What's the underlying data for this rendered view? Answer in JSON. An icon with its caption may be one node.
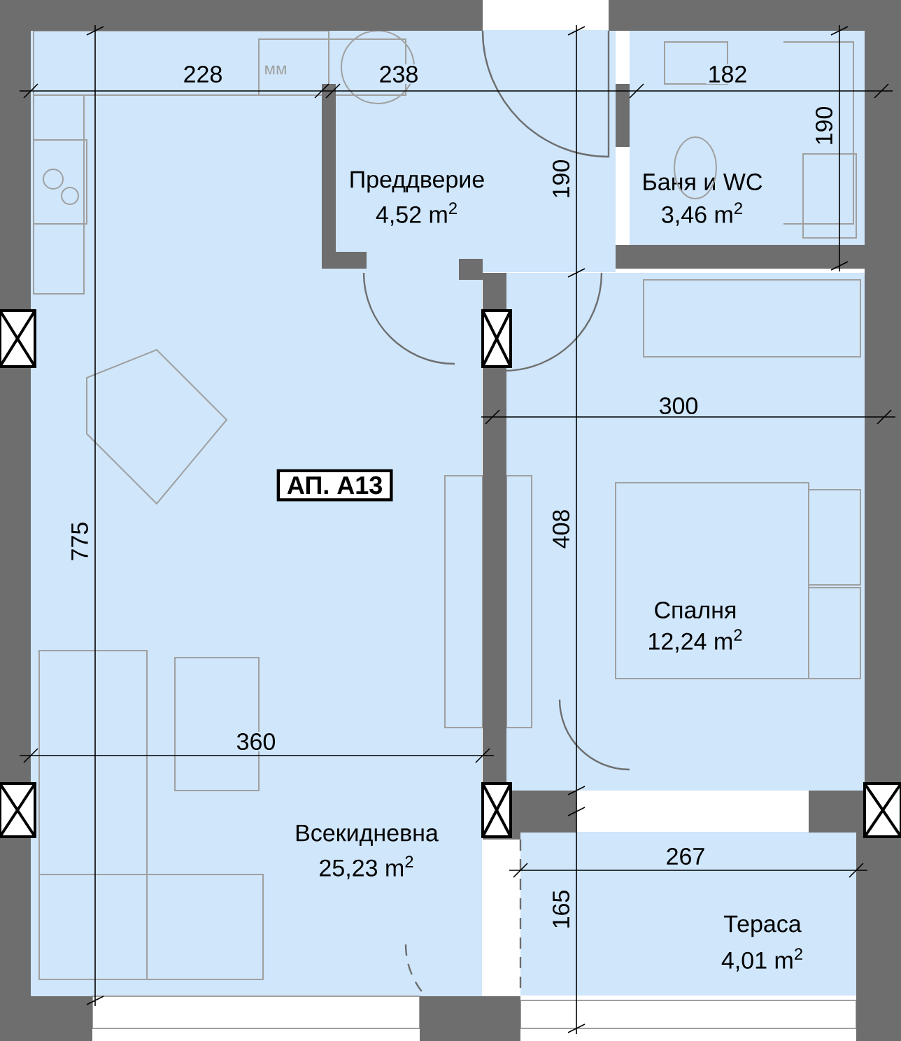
{
  "diagram": {
    "nodes": [
      {
        "text": [
          "Преддверие",
          "4,52 m$^{2}$"
        ]
      },
      {
        "text": [
          "Баня и WC",
          "3,46 m$^{2}$"
        ]
      },
      {
        "text": [
          "Всекидневна",
          "25,23 m$^{2}$"
        ]
      },
      {
        "text": [
          "АП. А13"
        ],
        "in": 2
      },
      {
        "text": [
          "Спалня",
          "12,24 m$^{2}$"
        ]
      },
      {
        "text": [
          "Тераса",
          "4,01 m$^{2}$"
        ]
      }
    ],
    "labels": [
      "мм",
      "228",
      "238",
      "182",
      "190",
      "190",
      "300",
      "775",
      "408",
      "360",
      "267",
      "165"
    ]
  }
}
